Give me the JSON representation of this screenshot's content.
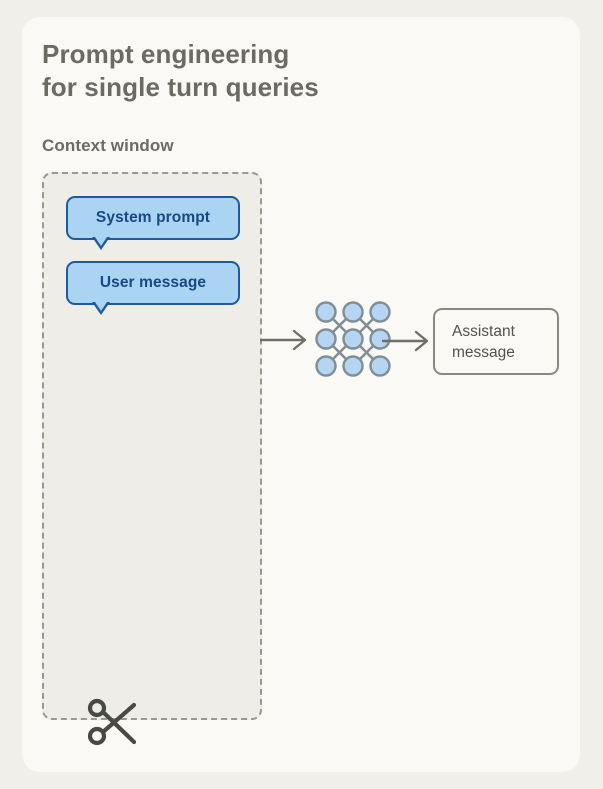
{
  "page": {
    "background_color": "#f0efe9",
    "card_color": "#faf9f5"
  },
  "header": {
    "title_line1": "Prompt engineering",
    "title_line2": "for single turn queries",
    "title_color": "#6b6b64"
  },
  "context_window": {
    "label": "Context window",
    "fill_color": "#eeede8",
    "border_color": "#999991",
    "border_style": "dashed",
    "cut_icon": "scissors-icon"
  },
  "messages": [
    {
      "id": "system-prompt",
      "label": "System prompt",
      "fill_color": "#abd4f2",
      "border_color": "#1d5a9e",
      "text_color": "#164a86"
    },
    {
      "id": "user-message",
      "label": "User message",
      "fill_color": "#abd4f2",
      "border_color": "#1d5a9e",
      "text_color": "#164a86"
    }
  ],
  "flow": {
    "arrow_in": "arrow-right-icon",
    "model": {
      "icon": "neural-network-icon",
      "node_fill": "#b5d5f2",
      "node_stroke": "#7f8f95",
      "rows": 3,
      "cols": 3
    },
    "arrow_out": "arrow-right-icon",
    "arrow_color": "#6f6f68"
  },
  "output": {
    "label_line1": "Assistant",
    "label_line2": "message",
    "border_color": "#8a8a82",
    "text_color": "#53534c"
  }
}
